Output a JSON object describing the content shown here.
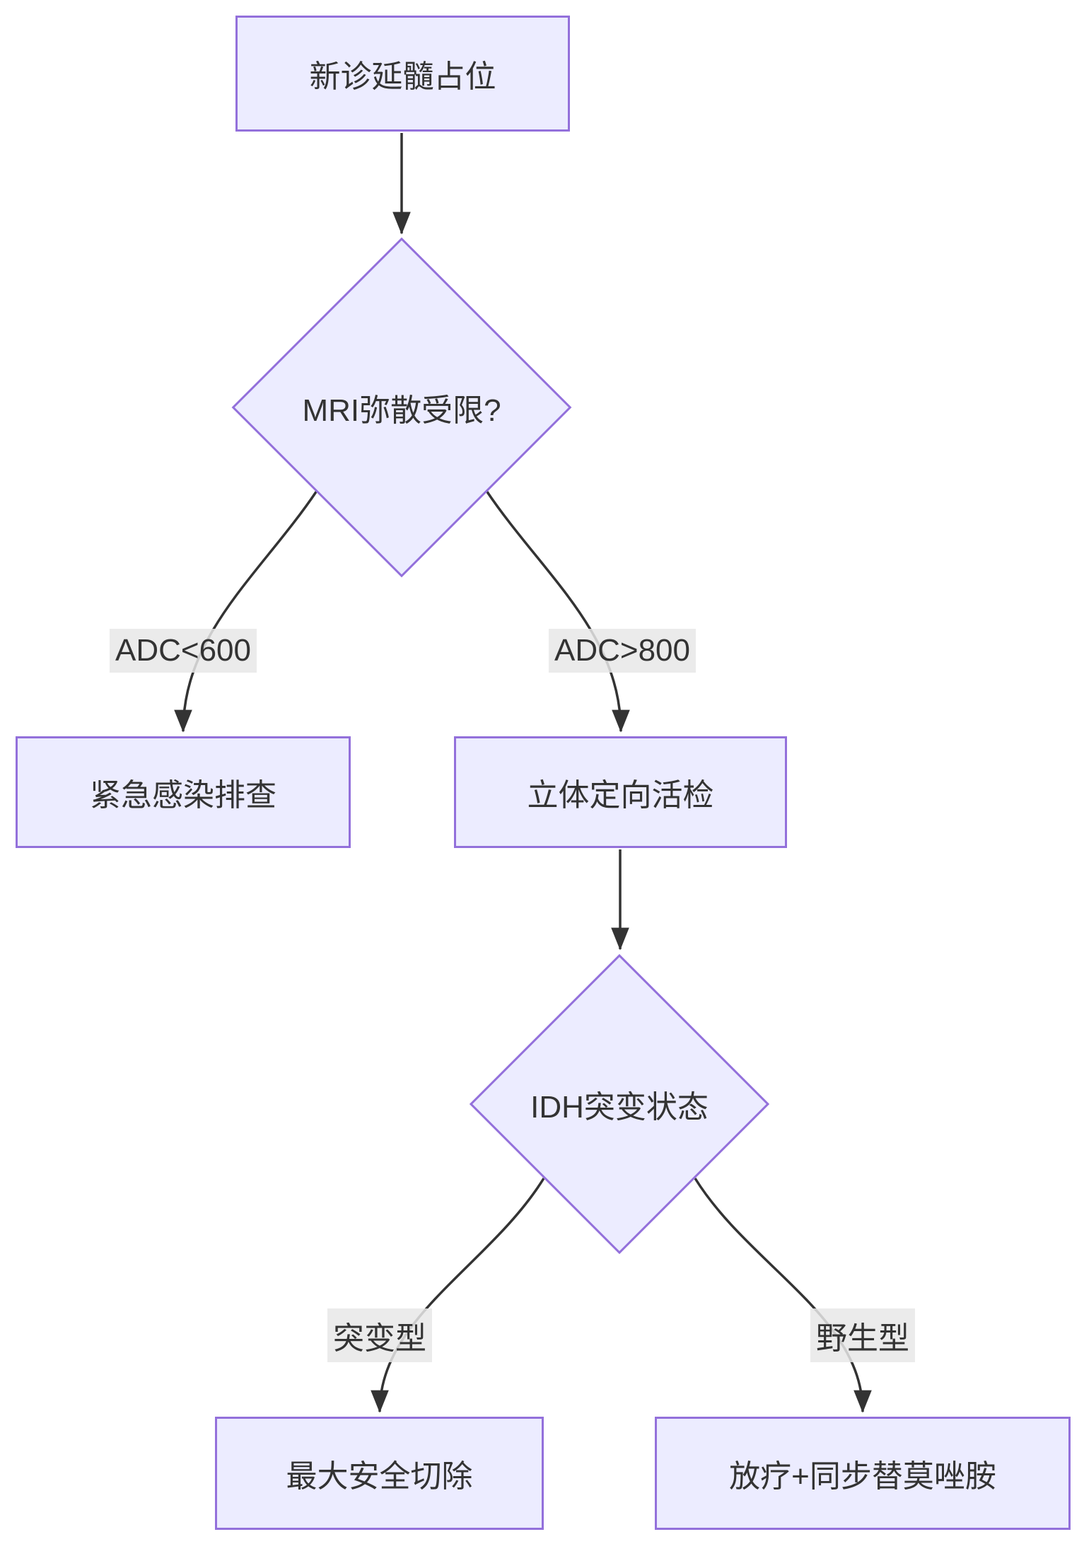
{
  "style": {
    "background": "#ffffff",
    "node_fill": "#ECECFF",
    "node_border": "#9370DB",
    "text_color": "#333333",
    "edge_color": "#333333",
    "edge_label_bg": "#e8e8e8"
  },
  "flowchart": {
    "nodes": [
      {
        "id": "start",
        "shape": "rect",
        "label": "新诊延髓占位"
      },
      {
        "id": "mri",
        "shape": "diamond",
        "label": "MRI弥散受限?"
      },
      {
        "id": "infection",
        "shape": "rect",
        "label": "紧急感染排查"
      },
      {
        "id": "biopsy",
        "shape": "rect",
        "label": "立体定向活检"
      },
      {
        "id": "idh",
        "shape": "diamond",
        "label": "IDH突变状态"
      },
      {
        "id": "resection",
        "shape": "rect",
        "label": "最大安全切除"
      },
      {
        "id": "radio_tmz",
        "shape": "rect",
        "label": "放疗+同步替莫唑胺"
      }
    ],
    "edges": [
      {
        "from": "start",
        "to": "mri",
        "label": ""
      },
      {
        "from": "mri",
        "to": "infection",
        "label": "ADC<600"
      },
      {
        "from": "mri",
        "to": "biopsy",
        "label": "ADC>800"
      },
      {
        "from": "biopsy",
        "to": "idh",
        "label": ""
      },
      {
        "from": "idh",
        "to": "resection",
        "label": "突变型"
      },
      {
        "from": "idh",
        "to": "radio_tmz",
        "label": "野生型"
      }
    ]
  }
}
